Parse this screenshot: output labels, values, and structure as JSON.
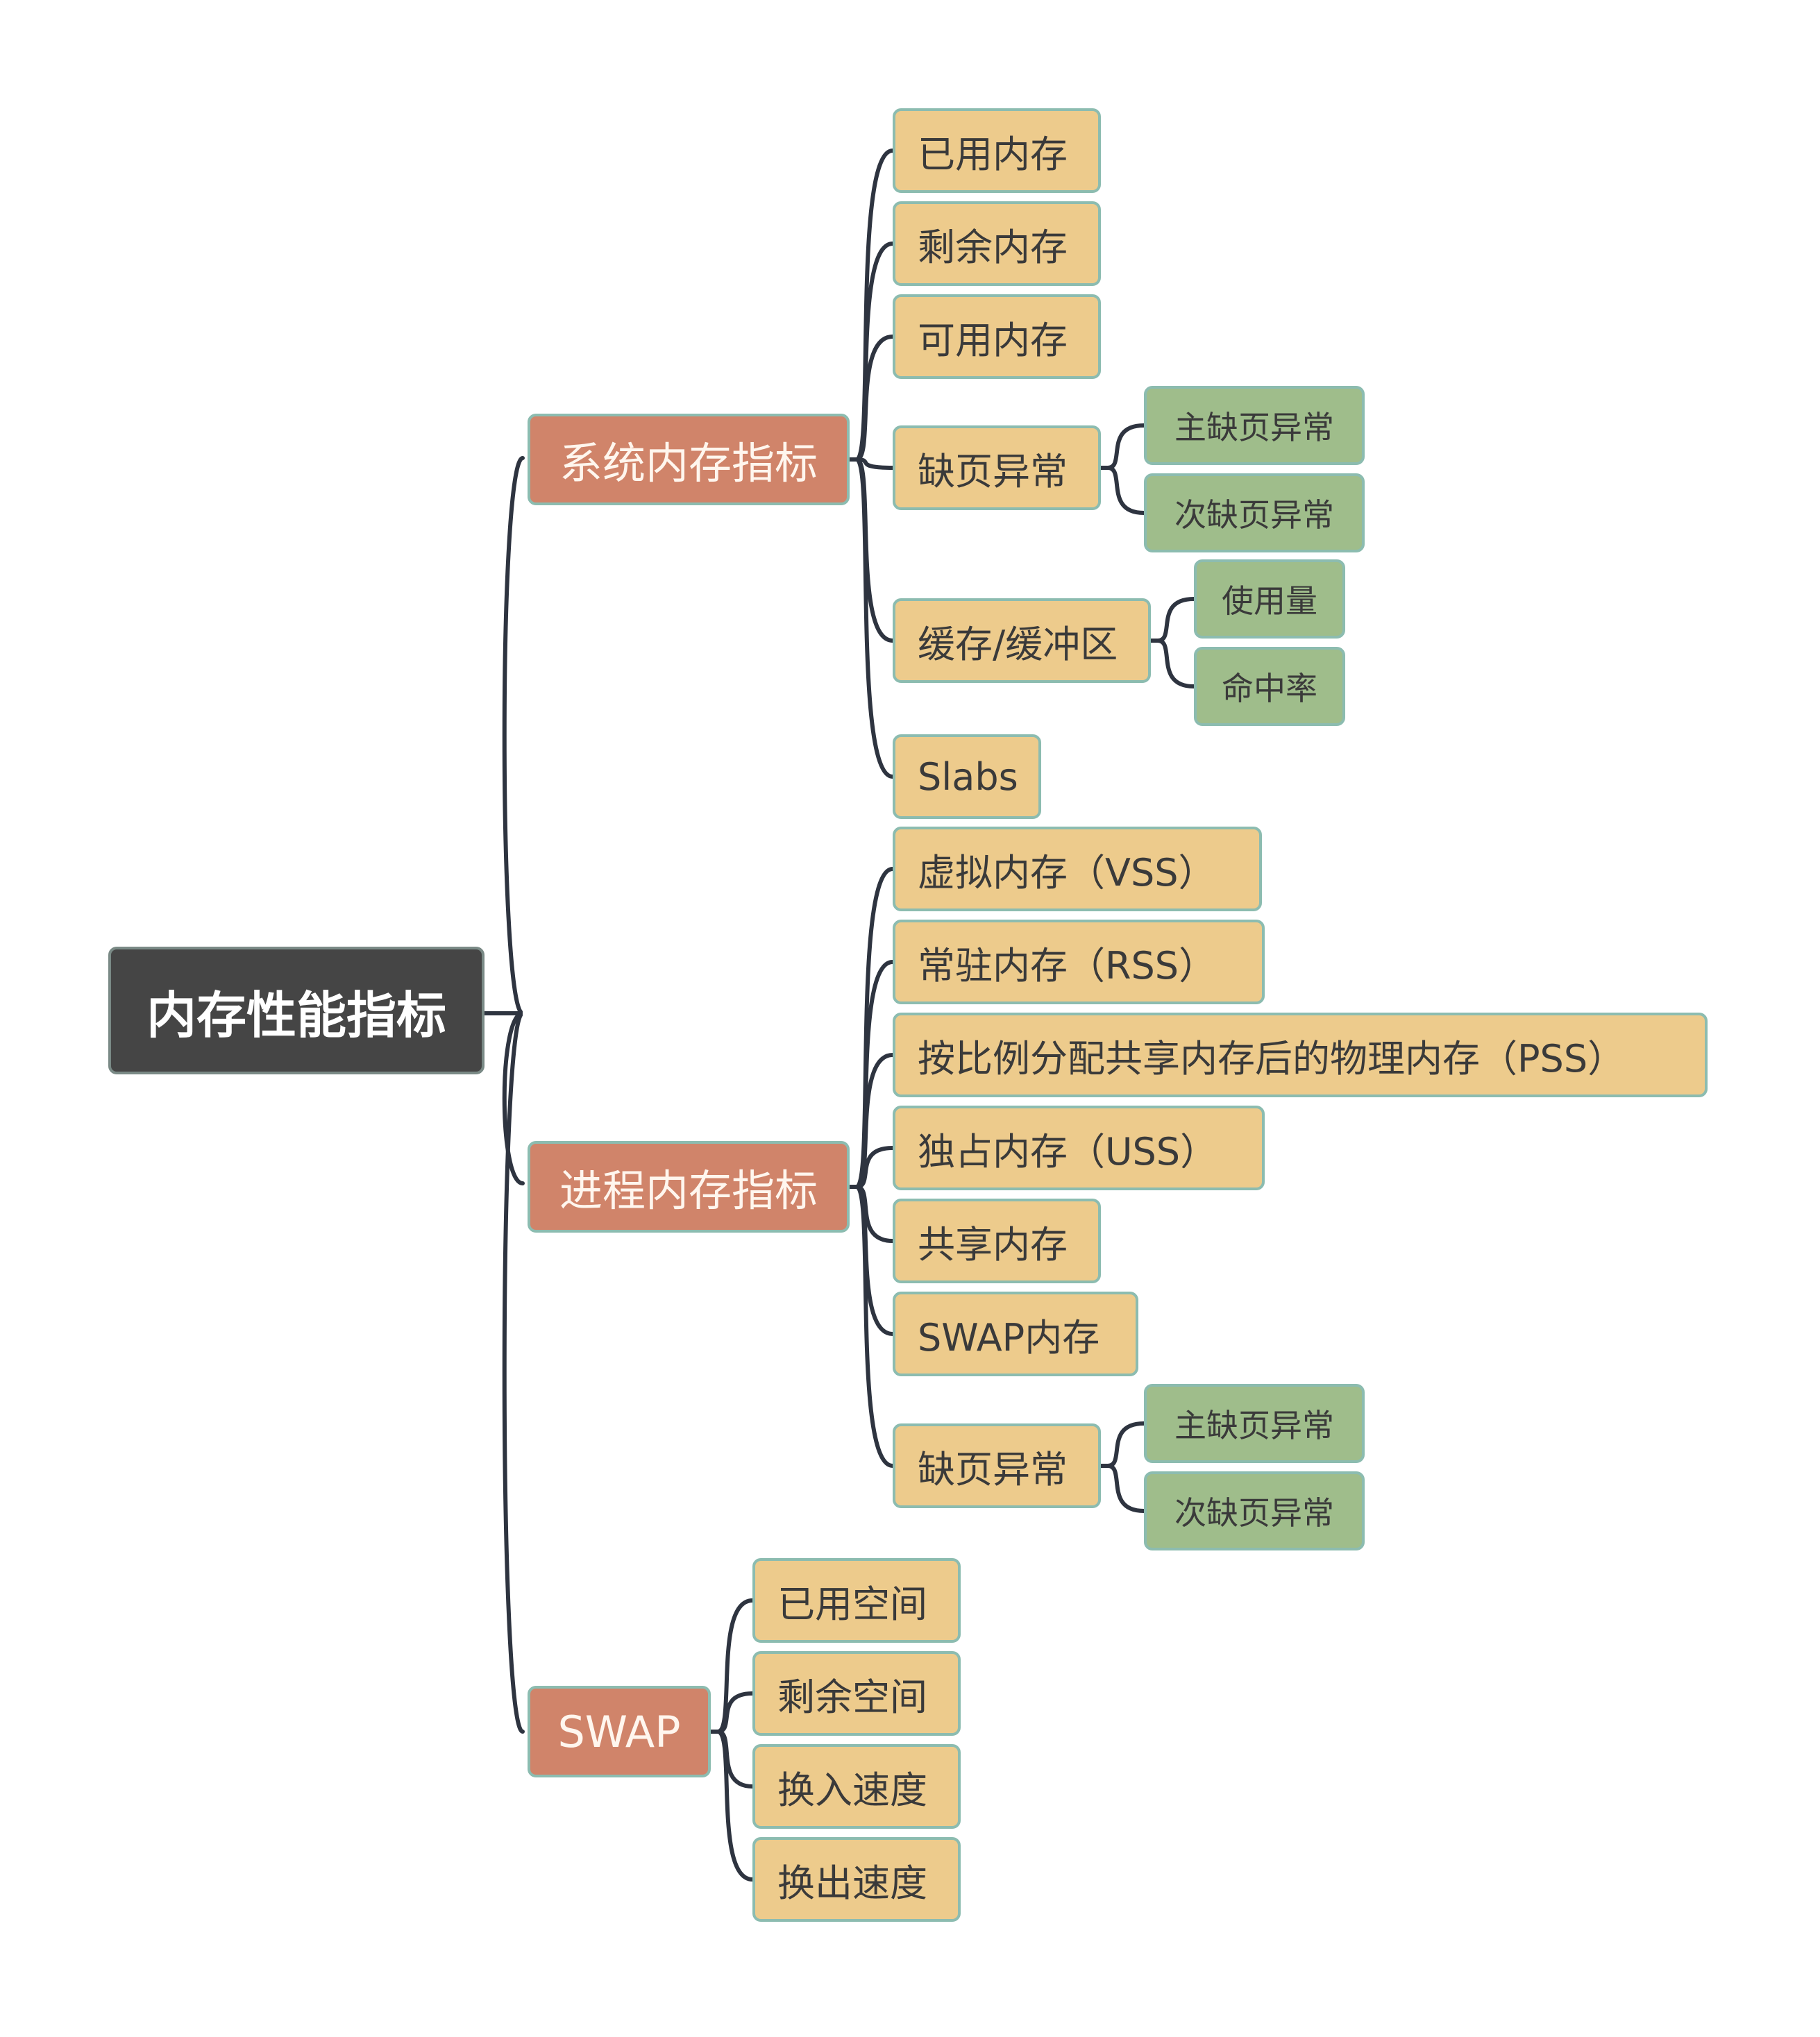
{
  "root": {
    "label": "内存性能指标"
  },
  "branches": [
    {
      "label": "系统内存指标",
      "children": [
        {
          "label": "已用内存"
        },
        {
          "label": "剩余内存"
        },
        {
          "label": "可用内存"
        },
        {
          "label": "缺页异常",
          "children": [
            {
              "label": "主缺页异常"
            },
            {
              "label": "次缺页异常"
            }
          ]
        },
        {
          "label": "缓存/缓冲区",
          "children": [
            {
              "label": "使用量"
            },
            {
              "label": "命中率"
            }
          ]
        },
        {
          "label": "Slabs"
        }
      ]
    },
    {
      "label": "进程内存指标",
      "children": [
        {
          "label": "虚拟内存（VSS）"
        },
        {
          "label": "常驻内存（RSS）"
        },
        {
          "label": "按比例分配共享内存后的物理内存（PSS）"
        },
        {
          "label": "独占内存（USS）"
        },
        {
          "label": "共享内存"
        },
        {
          "label": "SWAP内存"
        },
        {
          "label": "缺页异常",
          "children": [
            {
              "label": "主缺页异常"
            },
            {
              "label": "次缺页异常"
            }
          ]
        }
      ]
    },
    {
      "label": "SWAP",
      "children": [
        {
          "label": "已用空间"
        },
        {
          "label": "剩余空间"
        },
        {
          "label": "换入速度"
        },
        {
          "label": "换出速度"
        }
      ]
    }
  ],
  "colors": {
    "root_fill": "#454545",
    "branch_fill": "#d0846a",
    "leaf_fill": "#edcb8c",
    "subleaf_fill": "#9fbd8b",
    "border": "#8cbcb0",
    "connector": "#2e3440"
  }
}
